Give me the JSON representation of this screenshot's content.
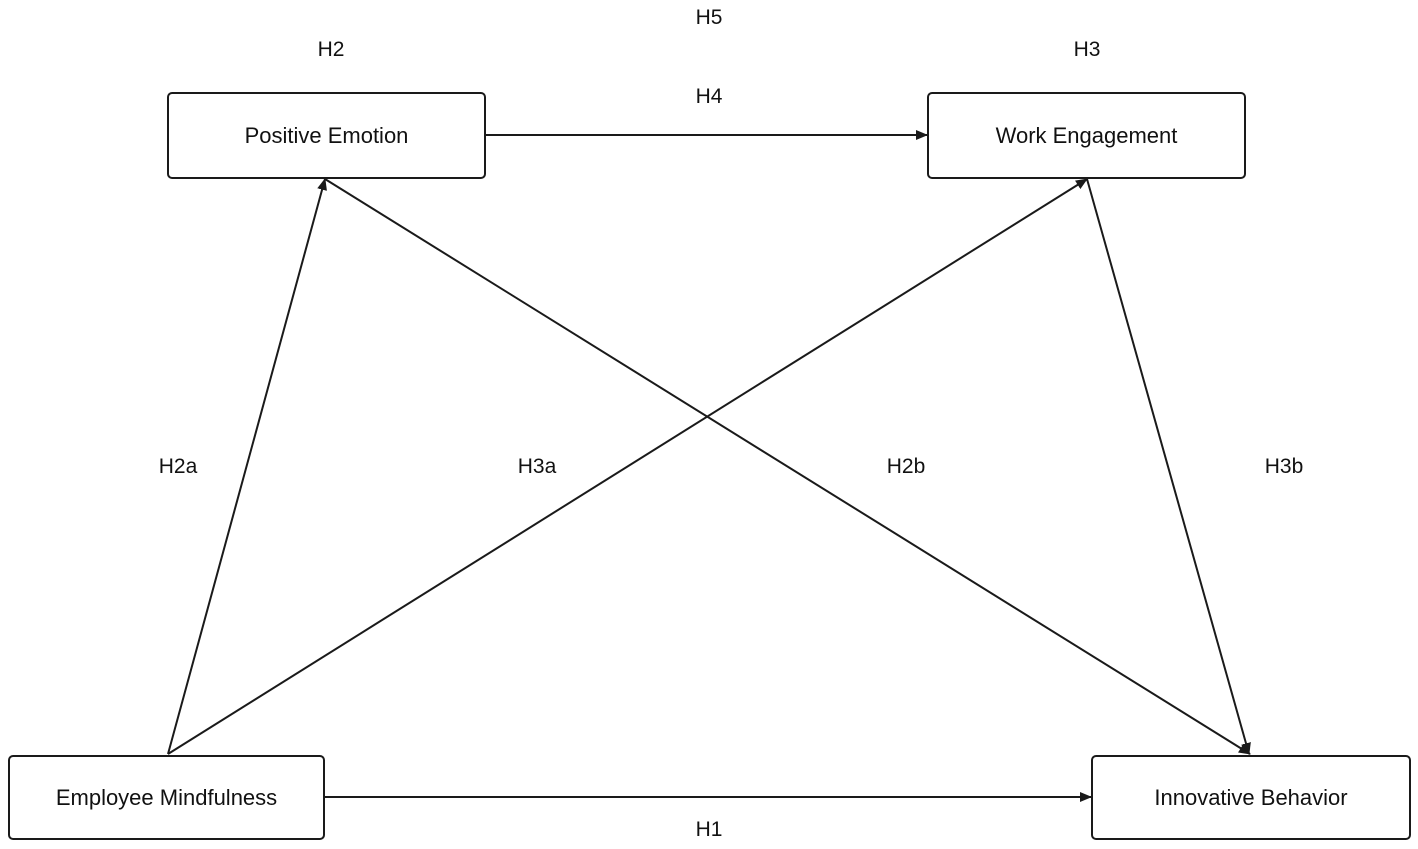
{
  "nodes": {
    "positive_emotion": "Positive Emotion",
    "work_engagement": "Work Engagement",
    "employee_mindfulness": "Employee Mindfulness",
    "innovative_behavior": "Innovative Behavior"
  },
  "labels": {
    "h1": "H1",
    "h2": "H2",
    "h2a": "H2a",
    "h2b": "H2b",
    "h3": "H3",
    "h3a": "H3a",
    "h3b": "H3b",
    "h4": "H4",
    "h5": "H5"
  },
  "colors": {
    "line": "#1a1a1a",
    "text": "#111111",
    "background": "#ffffff"
  }
}
